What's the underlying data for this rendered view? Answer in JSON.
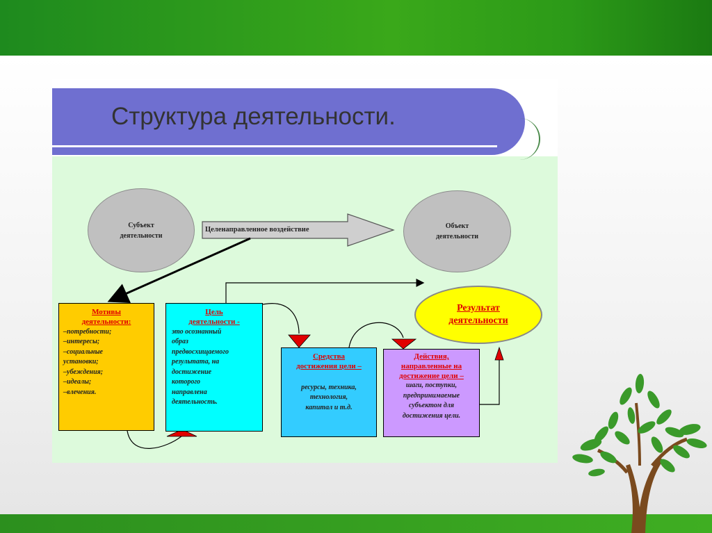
{
  "slide": {
    "title": "Структура деятельности."
  },
  "diagram": {
    "subject_ellipse": "Субъект\nдеятельности",
    "object_ellipse": "Объект\nдеятельности",
    "arrow_label": "Целенаправленное воздействие",
    "result_ellipse": "Результат\nдеятельности",
    "motives_box": {
      "heading": "Мотивы\nдеятельности:",
      "items": "–потребности;\n–интересы;\n–социальные\nустановки;\n–убеждения;\n–идеалы;\n–влечения."
    },
    "goal_box": {
      "heading": "Цель\nдеятельности -",
      "text": "это осознанный\nобраз\nпредвосхищаемого\nрезультата, на\nдостижение\nкоторого\nнаправлена\nдеятельность."
    },
    "means_box": {
      "heading": "Средства\nдостижения цели –",
      "text": "ресурсы, техника,\nтехнология,\nкапитал и т.д."
    },
    "actions_box": {
      "heading": "Действия,\nнаправленные на\nдостижение цели –",
      "text": "шаги, поступки,\nпредпринимаемые\nсубъектом для\nдостижения цели."
    }
  },
  "colors": {
    "title_band": "#6f6fd0",
    "motives": "#ffcc00",
    "goal": "#00ffff",
    "means": "#33ccff",
    "actions": "#cc99ff",
    "result": "#ffff00",
    "heading_red": "#e00000",
    "diagram_bg": "#ddfadc"
  }
}
